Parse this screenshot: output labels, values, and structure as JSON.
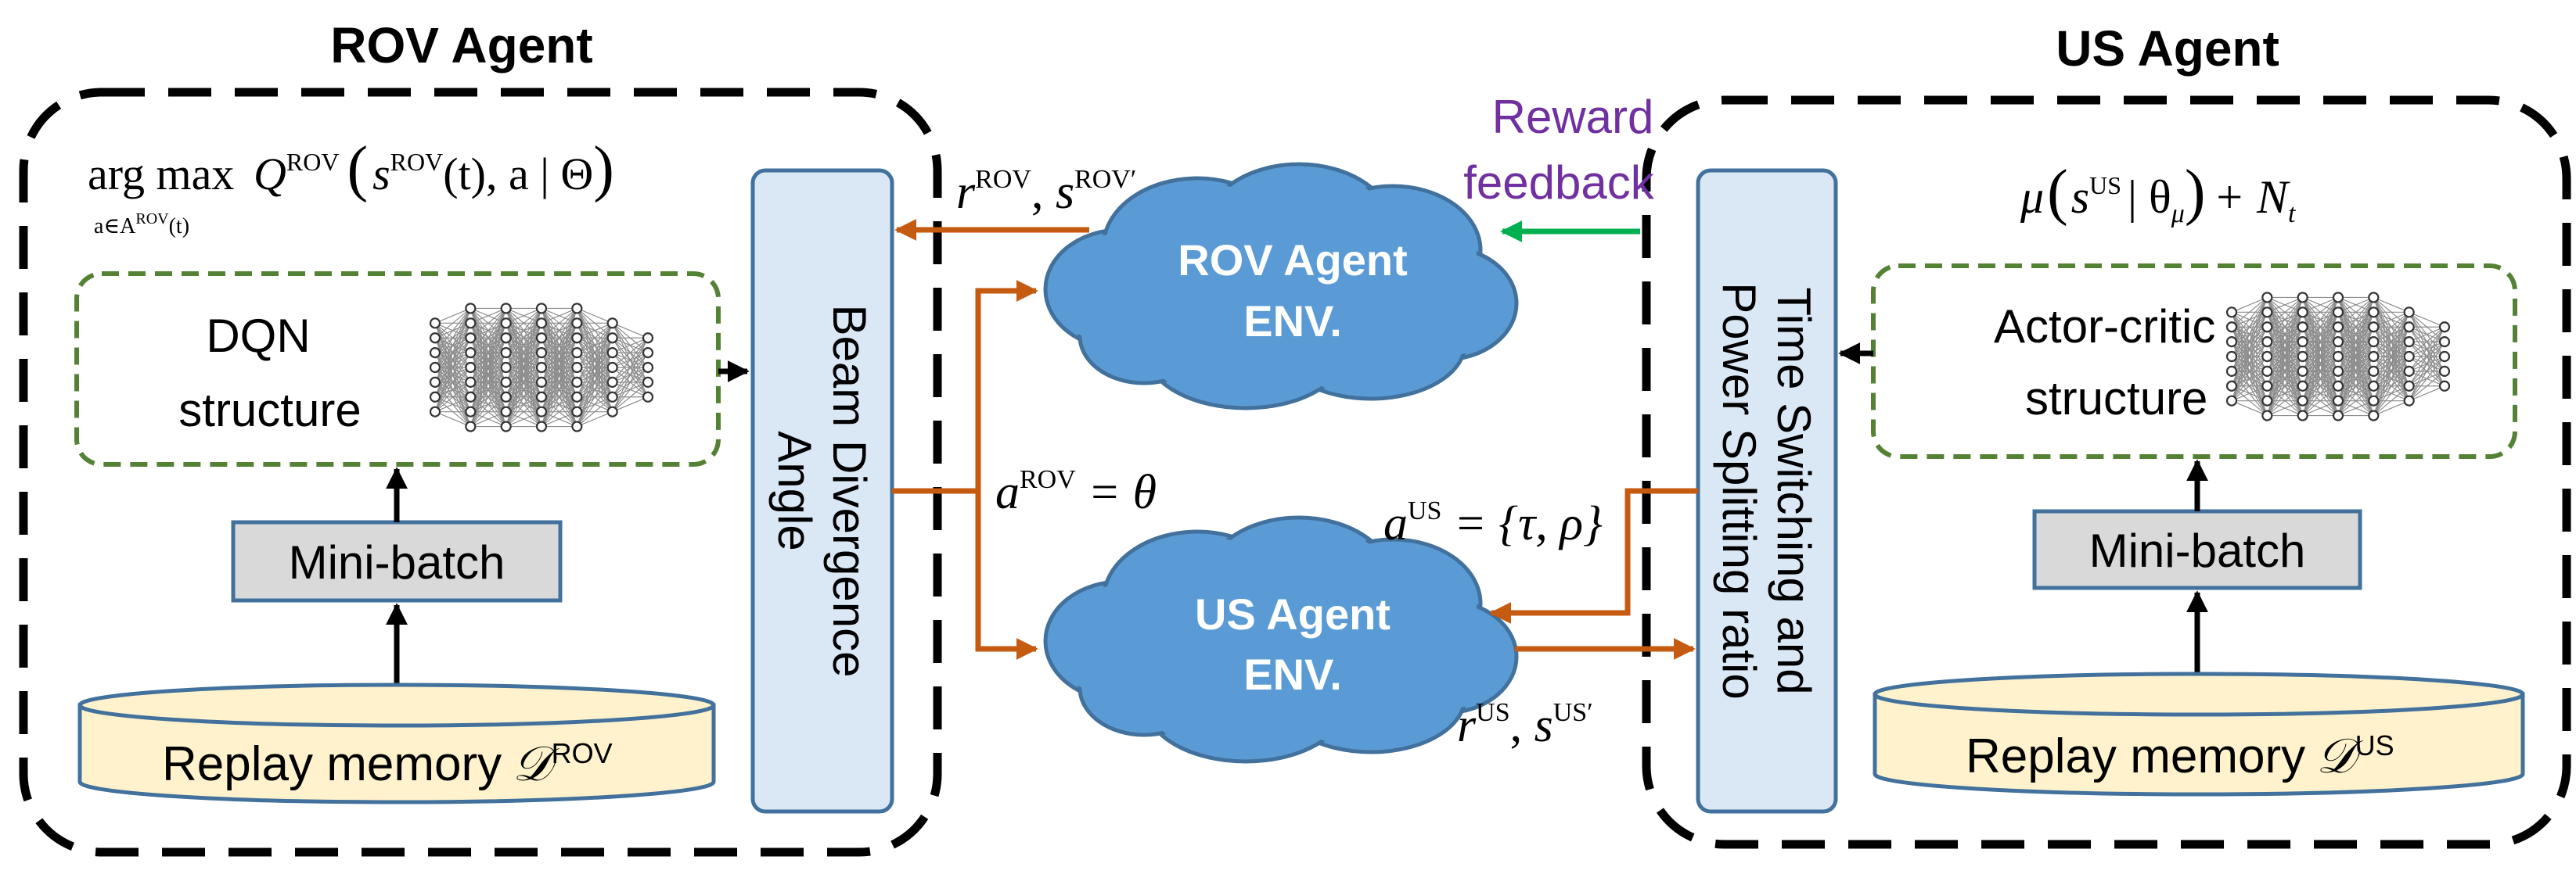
{
  "rov_agent": {
    "title": "ROV Agent",
    "policy_formula": {
      "argmax": "arg max",
      "subscript_a": "a∈A",
      "subscript_sup": "ROV",
      "subscript_t": "(t)",
      "Q": "Q",
      "Q_sup": "ROV",
      "open_paren": "(",
      "s": "s",
      "s_sup": "ROV",
      "rest": "(t), a | Θ",
      "close_paren": ")"
    },
    "network": {
      "label_line1": "DQN",
      "label_line2": "structure"
    },
    "minibatch": "Mini-batch",
    "replay": {
      "text": "Replay memory",
      "symbol": "𝒟",
      "symbol_sup": "ROV"
    },
    "action_box": {
      "line1": "Beam Divergence",
      "line2": "Angle"
    }
  },
  "us_agent": {
    "title": "US Agent",
    "policy_formula": {
      "mu": "μ",
      "open_paren": "(",
      "s": "s",
      "s_sup": "US",
      "cond": "| θ",
      "theta_sub": "μ",
      "close_paren": ")",
      "plus": "+ N",
      "n_sub": "t"
    },
    "network": {
      "label_line1": "Actor-critic",
      "label_line2": "structure"
    },
    "minibatch": "Mini-batch",
    "replay": {
      "text": "Replay memory",
      "symbol": "𝒟",
      "symbol_sup": "US"
    },
    "action_box": {
      "line1": "Time Switching and",
      "line2": "Power Splitting ratio"
    }
  },
  "environments": {
    "rov_env": {
      "line1": "ROV Agent",
      "line2": "ENV."
    },
    "us_env": {
      "line1": "US Agent",
      "line2": "ENV."
    }
  },
  "reward_feedback": {
    "line1": "Reward",
    "line2": "feedback"
  },
  "signals": {
    "rov_reward_state": {
      "r": "r",
      "r_sup": "ROV",
      "sep": ", ",
      "s": "s",
      "s_sup": "ROV′"
    },
    "rov_action": {
      "a": "a",
      "a_sup": "ROV",
      "eq": " = θ"
    },
    "us_action": {
      "a": "a",
      "a_sup": "US",
      "eq": " = {τ, ρ}"
    },
    "us_reward_state": {
      "r": "r",
      "r_sup": "US",
      "sep": ", ",
      "s": "s",
      "s_sup": "US′"
    }
  },
  "colors": {
    "orange_arrow": "#c55a11",
    "green_arrow": "#00b050",
    "purple_text": "#7030a0",
    "cloud_fill": "#5b9bd5",
    "cloud_stroke": "#41719c",
    "action_box_fill": "#dae8f5",
    "action_box_stroke": "#41719c",
    "minibatch_fill": "#d9d9d9",
    "replay_fill": "#fff2cc",
    "network_dash": "#548235"
  }
}
